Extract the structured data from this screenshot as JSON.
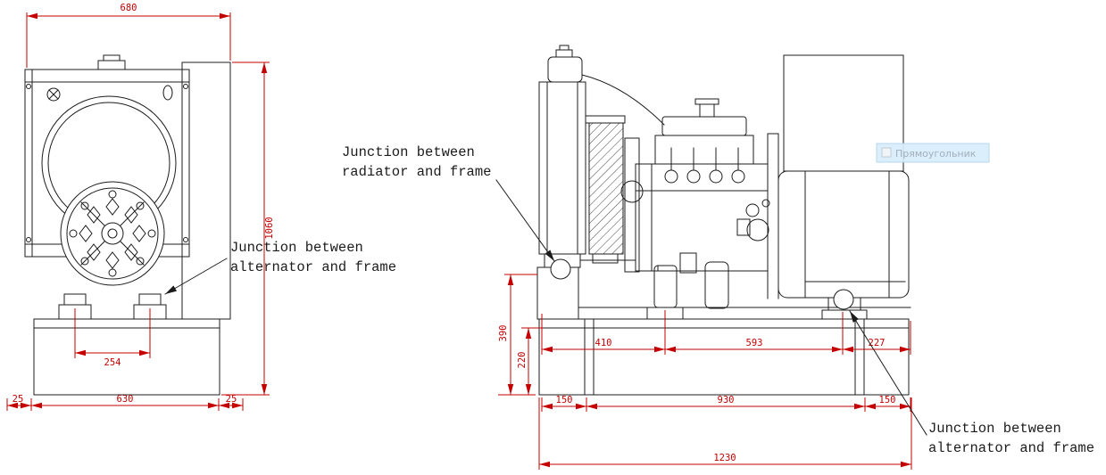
{
  "colors": {
    "dimension": "#c40000",
    "line": "#1c1c1c",
    "tooltip_bg": "#d9edfb",
    "tooltip_border": "#b5d5ec",
    "tooltip_text": "#a3b0bc"
  },
  "front_view": {
    "dims": {
      "overall_width": "680",
      "overall_height": "1060",
      "feet_spacing": "254",
      "margin_left": "25",
      "base_width": "630",
      "margin_right": "25"
    }
  },
  "side_view": {
    "dims": {
      "mount_height": "390",
      "base_height": "220",
      "span_radiator_engine": "410",
      "span_engine_alternator": "593",
      "span_alternator_end": "227",
      "foot_left": "150",
      "foot_span": "930",
      "foot_right": "150",
      "overall_length": "1230"
    }
  },
  "annotations": {
    "radiator_frame": {
      "line1": "Junction between",
      "line2": "radiator and frame"
    },
    "alternator_frame_front": {
      "line1": "Junction between",
      "line2": "alternator and frame"
    },
    "alternator_frame_side": {
      "line1": "Junction between",
      "line2": "alternator and frame"
    }
  },
  "tooltip": {
    "label": "Прямоугольник"
  }
}
